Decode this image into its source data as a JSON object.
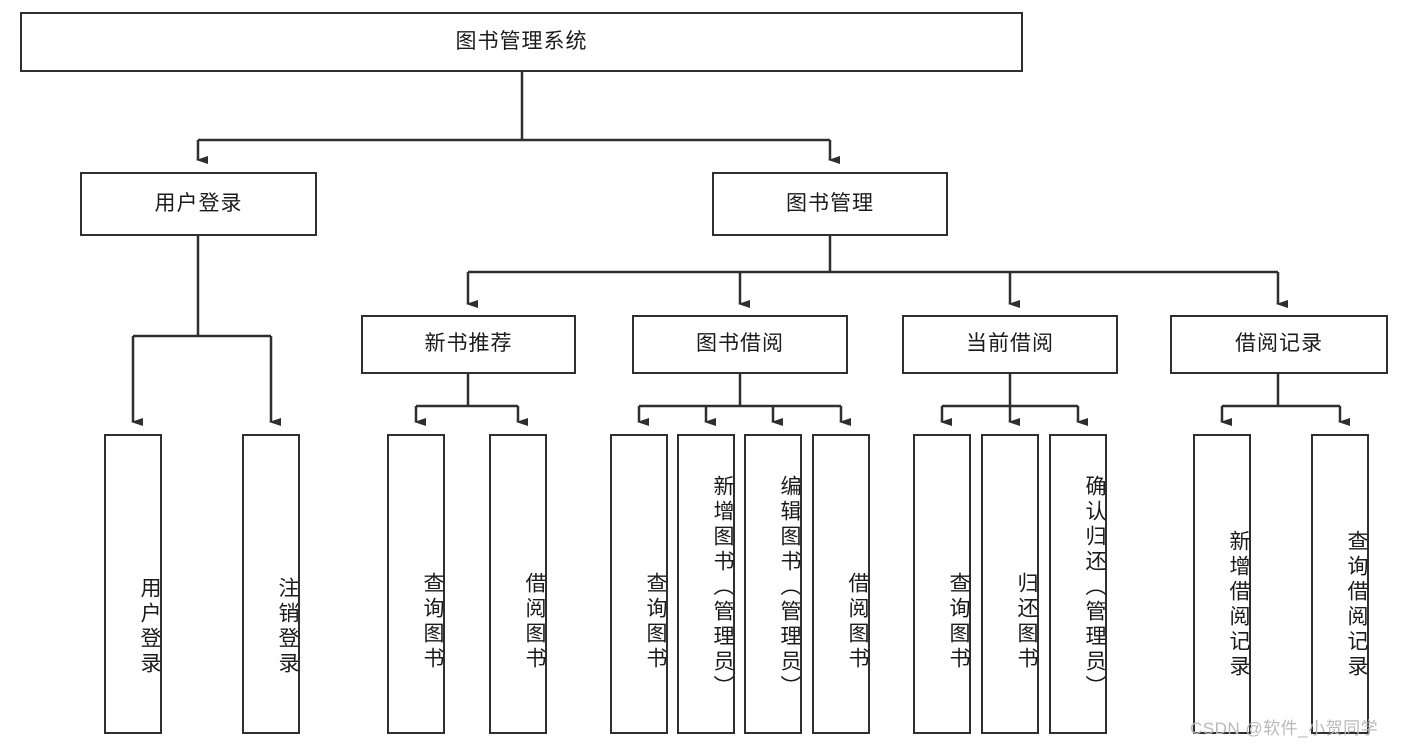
{
  "diagram": {
    "type": "tree-hierarchy",
    "title": "图书管理系统功能结构图",
    "root": {
      "id": "root",
      "label": "图书管理系统",
      "orientation": "horizontal"
    },
    "level2": [
      {
        "id": "user-login",
        "label": "用户登录",
        "orientation": "horizontal"
      },
      {
        "id": "book-manage",
        "label": "图书管理",
        "orientation": "horizontal"
      }
    ],
    "level3": [
      {
        "id": "new-book-recommend",
        "label": "新书推荐",
        "orientation": "horizontal"
      },
      {
        "id": "book-borrow",
        "label": "图书借阅",
        "orientation": "horizontal"
      },
      {
        "id": "current-borrow",
        "label": "当前借阅",
        "orientation": "horizontal"
      },
      {
        "id": "borrow-record",
        "label": "借阅记录",
        "orientation": "horizontal"
      }
    ],
    "leaves": {
      "user_login": [
        {
          "id": "leaf-user-login",
          "label": "用户登录",
          "orientation": "vertical"
        },
        {
          "id": "leaf-logout-login",
          "label": "注销登录",
          "orientation": "vertical"
        }
      ],
      "new_book_recommend": [
        {
          "id": "leaf-query-book-1",
          "label": "查询图书",
          "orientation": "vertical"
        },
        {
          "id": "leaf-borrow-book-1",
          "label": "借阅图书",
          "orientation": "vertical"
        }
      ],
      "book_borrow": [
        {
          "id": "leaf-query-book-2",
          "label": "查询图书",
          "orientation": "vertical"
        },
        {
          "id": "leaf-add-book",
          "label": "新增图书（管理员）",
          "orientation": "vertical"
        },
        {
          "id": "leaf-edit-book",
          "label": "编辑图书（管理员）",
          "orientation": "vertical"
        },
        {
          "id": "leaf-borrow-book-2",
          "label": "借阅图书",
          "orientation": "vertical"
        }
      ],
      "current_borrow": [
        {
          "id": "leaf-query-book-3",
          "label": "查询图书",
          "orientation": "vertical"
        },
        {
          "id": "leaf-return-book",
          "label": "归还图书",
          "orientation": "vertical"
        },
        {
          "id": "leaf-confirm-return",
          "label": "确认归还（管理员）",
          "orientation": "vertical"
        }
      ],
      "borrow_record": [
        {
          "id": "leaf-add-record",
          "label": "新增借阅记录",
          "orientation": "vertical"
        },
        {
          "id": "leaf-query-record",
          "label": "查询借阅记录",
          "orientation": "vertical"
        }
      ]
    },
    "colors": {
      "stroke": "#2f2f2f",
      "fill": "#ffffff",
      "text": "#1b1b1b",
      "watermark": "#b9b9b9"
    }
  },
  "watermark": {
    "text": "CSDN @软件_小贺同学"
  }
}
